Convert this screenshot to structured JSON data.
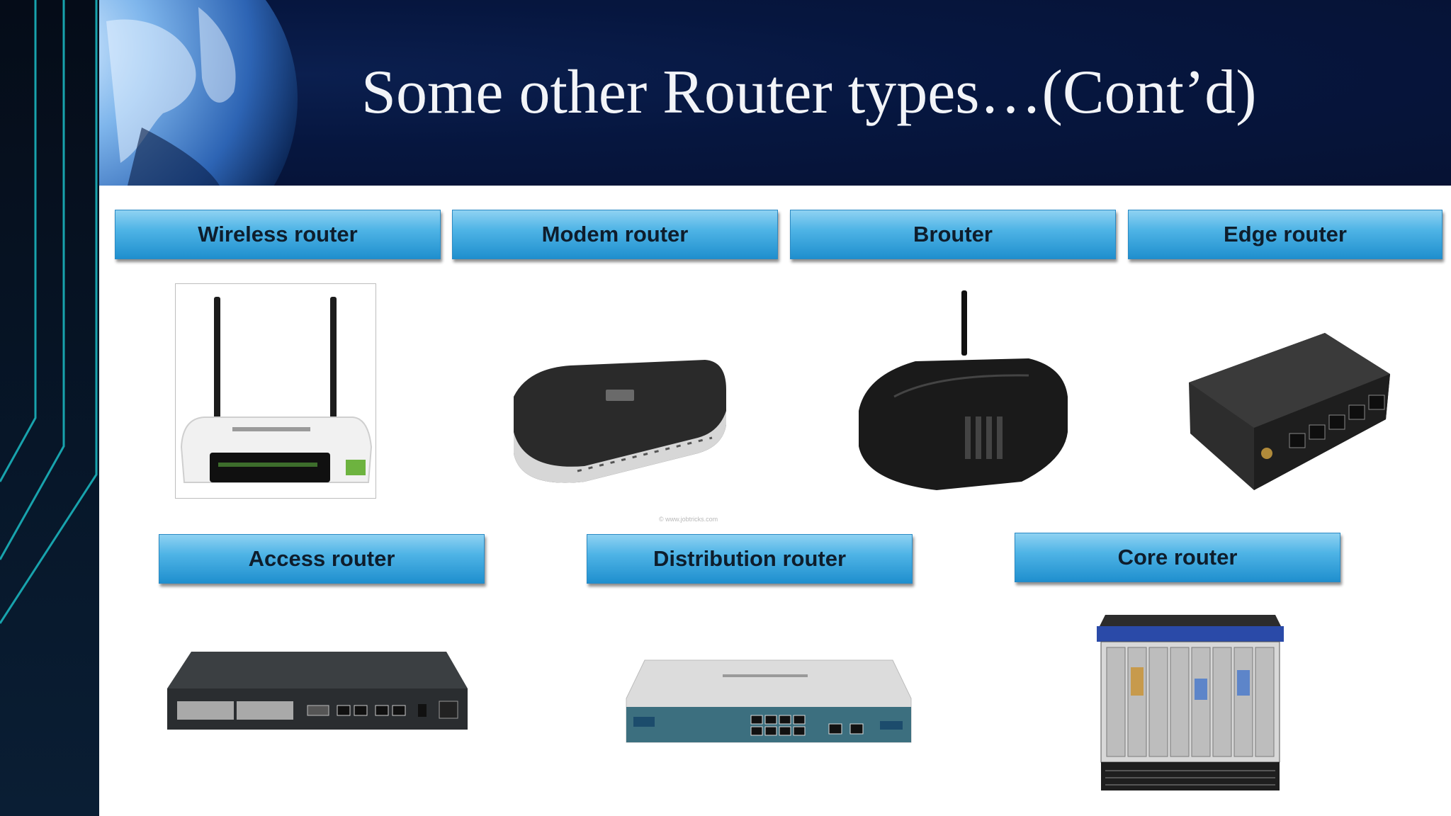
{
  "slide": {
    "title": "Some other Router types…(Cont’d)",
    "watermark": "© www.jobtricks.com"
  },
  "router_types": [
    {
      "label": "Wireless router",
      "icon": "wireless-router-icon"
    },
    {
      "label": "Modem router",
      "icon": "modem-router-icon"
    },
    {
      "label": "Brouter",
      "icon": "brouter-icon"
    },
    {
      "label": "Edge router",
      "icon": "edge-router-icon"
    },
    {
      "label": "Access router",
      "icon": "access-router-icon"
    },
    {
      "label": "Distribution router",
      "icon": "distribution-router-icon"
    },
    {
      "label": "Core router",
      "icon": "core-router-icon"
    }
  ],
  "colors": {
    "header_bg": "#061233",
    "label_fill": "#3aa6de",
    "accent_line": "#18a3ad"
  }
}
